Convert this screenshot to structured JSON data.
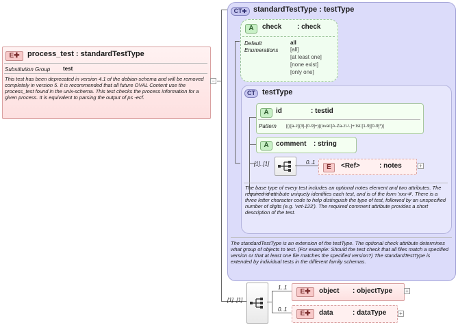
{
  "root": {
    "badge": "E",
    "title": "process_test : standardTestType",
    "substitution_label": "Substitution Group",
    "substitution_value": "test",
    "doc": "This test has been deprecated in version 4.1 of the debian-schema and will be removed completely in version 5.  It is recommended that all future OVAL Content use the process_test found in the unix-schema. This test checks the process information for a given process.  It is equivalent to parsing the output of ps -ecf."
  },
  "standard_ct": {
    "badge": "CT",
    "title": "standardTestType : testType",
    "doc": "The standardTestType is an extension of the testType.  The optional check attribute determines what group of objects to test.  (For example: Should the test check that all files match a specified version or that at least one file matches the specified version?)  The standardTestType is extended by individual tests in the different family schemas."
  },
  "check_attr": {
    "badge": "A",
    "name": "check",
    "type": ": check",
    "default_label": "Default",
    "enum_label": "Enumerations",
    "default_value": "all",
    "enumerations": [
      "[all]",
      "[at least one]",
      "[none exist]",
      "[only one]"
    ]
  },
  "test_ct": {
    "badge": "CT",
    "title": "testType",
    "doc": "The base type of every test includes an optional notes element and two attributes.  The required id attribute uniquely identifies each test, and is of the form 'xxx-#'.  There is a three letter character code to help distinguish the type of test, followed by an unspecified number of digits (e.g. 'wrt-123').  The required comment attribute provides a short description of the test."
  },
  "id_attr": {
    "badge": "A",
    "name": "id",
    "type": ": testid",
    "pattern_label": "Pattern",
    "pattern_value": "[(([a-z]{3}-[0-9]+)|(oval:[A-Za-z\\-\\.]+:tst:[1-9][0-9]*)]"
  },
  "comment_attr": {
    "badge": "A",
    "name": "comment",
    "type": ": string"
  },
  "notes_seq": {
    "occurs": "[1]..[1]",
    "ref_occurs": "0..1",
    "badge": "E",
    "ref_label": "<Ref>",
    "ref_type": ": notes",
    "expand": "+"
  },
  "bottom_seq": {
    "occurs": "[1]..[1]",
    "object_occurs": "1..1",
    "data_occurs": "0..1"
  },
  "object_el": {
    "badge": "E",
    "name": "object",
    "type": ": objectType",
    "expand": "+"
  },
  "data_el": {
    "badge": "E",
    "name": "data",
    "type": ": dataType",
    "expand": "+"
  },
  "root_collapse": "−",
  "colors": {
    "element_fill": "#fde0e0",
    "attribute_fill": "#f4fff2",
    "complex_type_fill": "#dcdcfa"
  }
}
